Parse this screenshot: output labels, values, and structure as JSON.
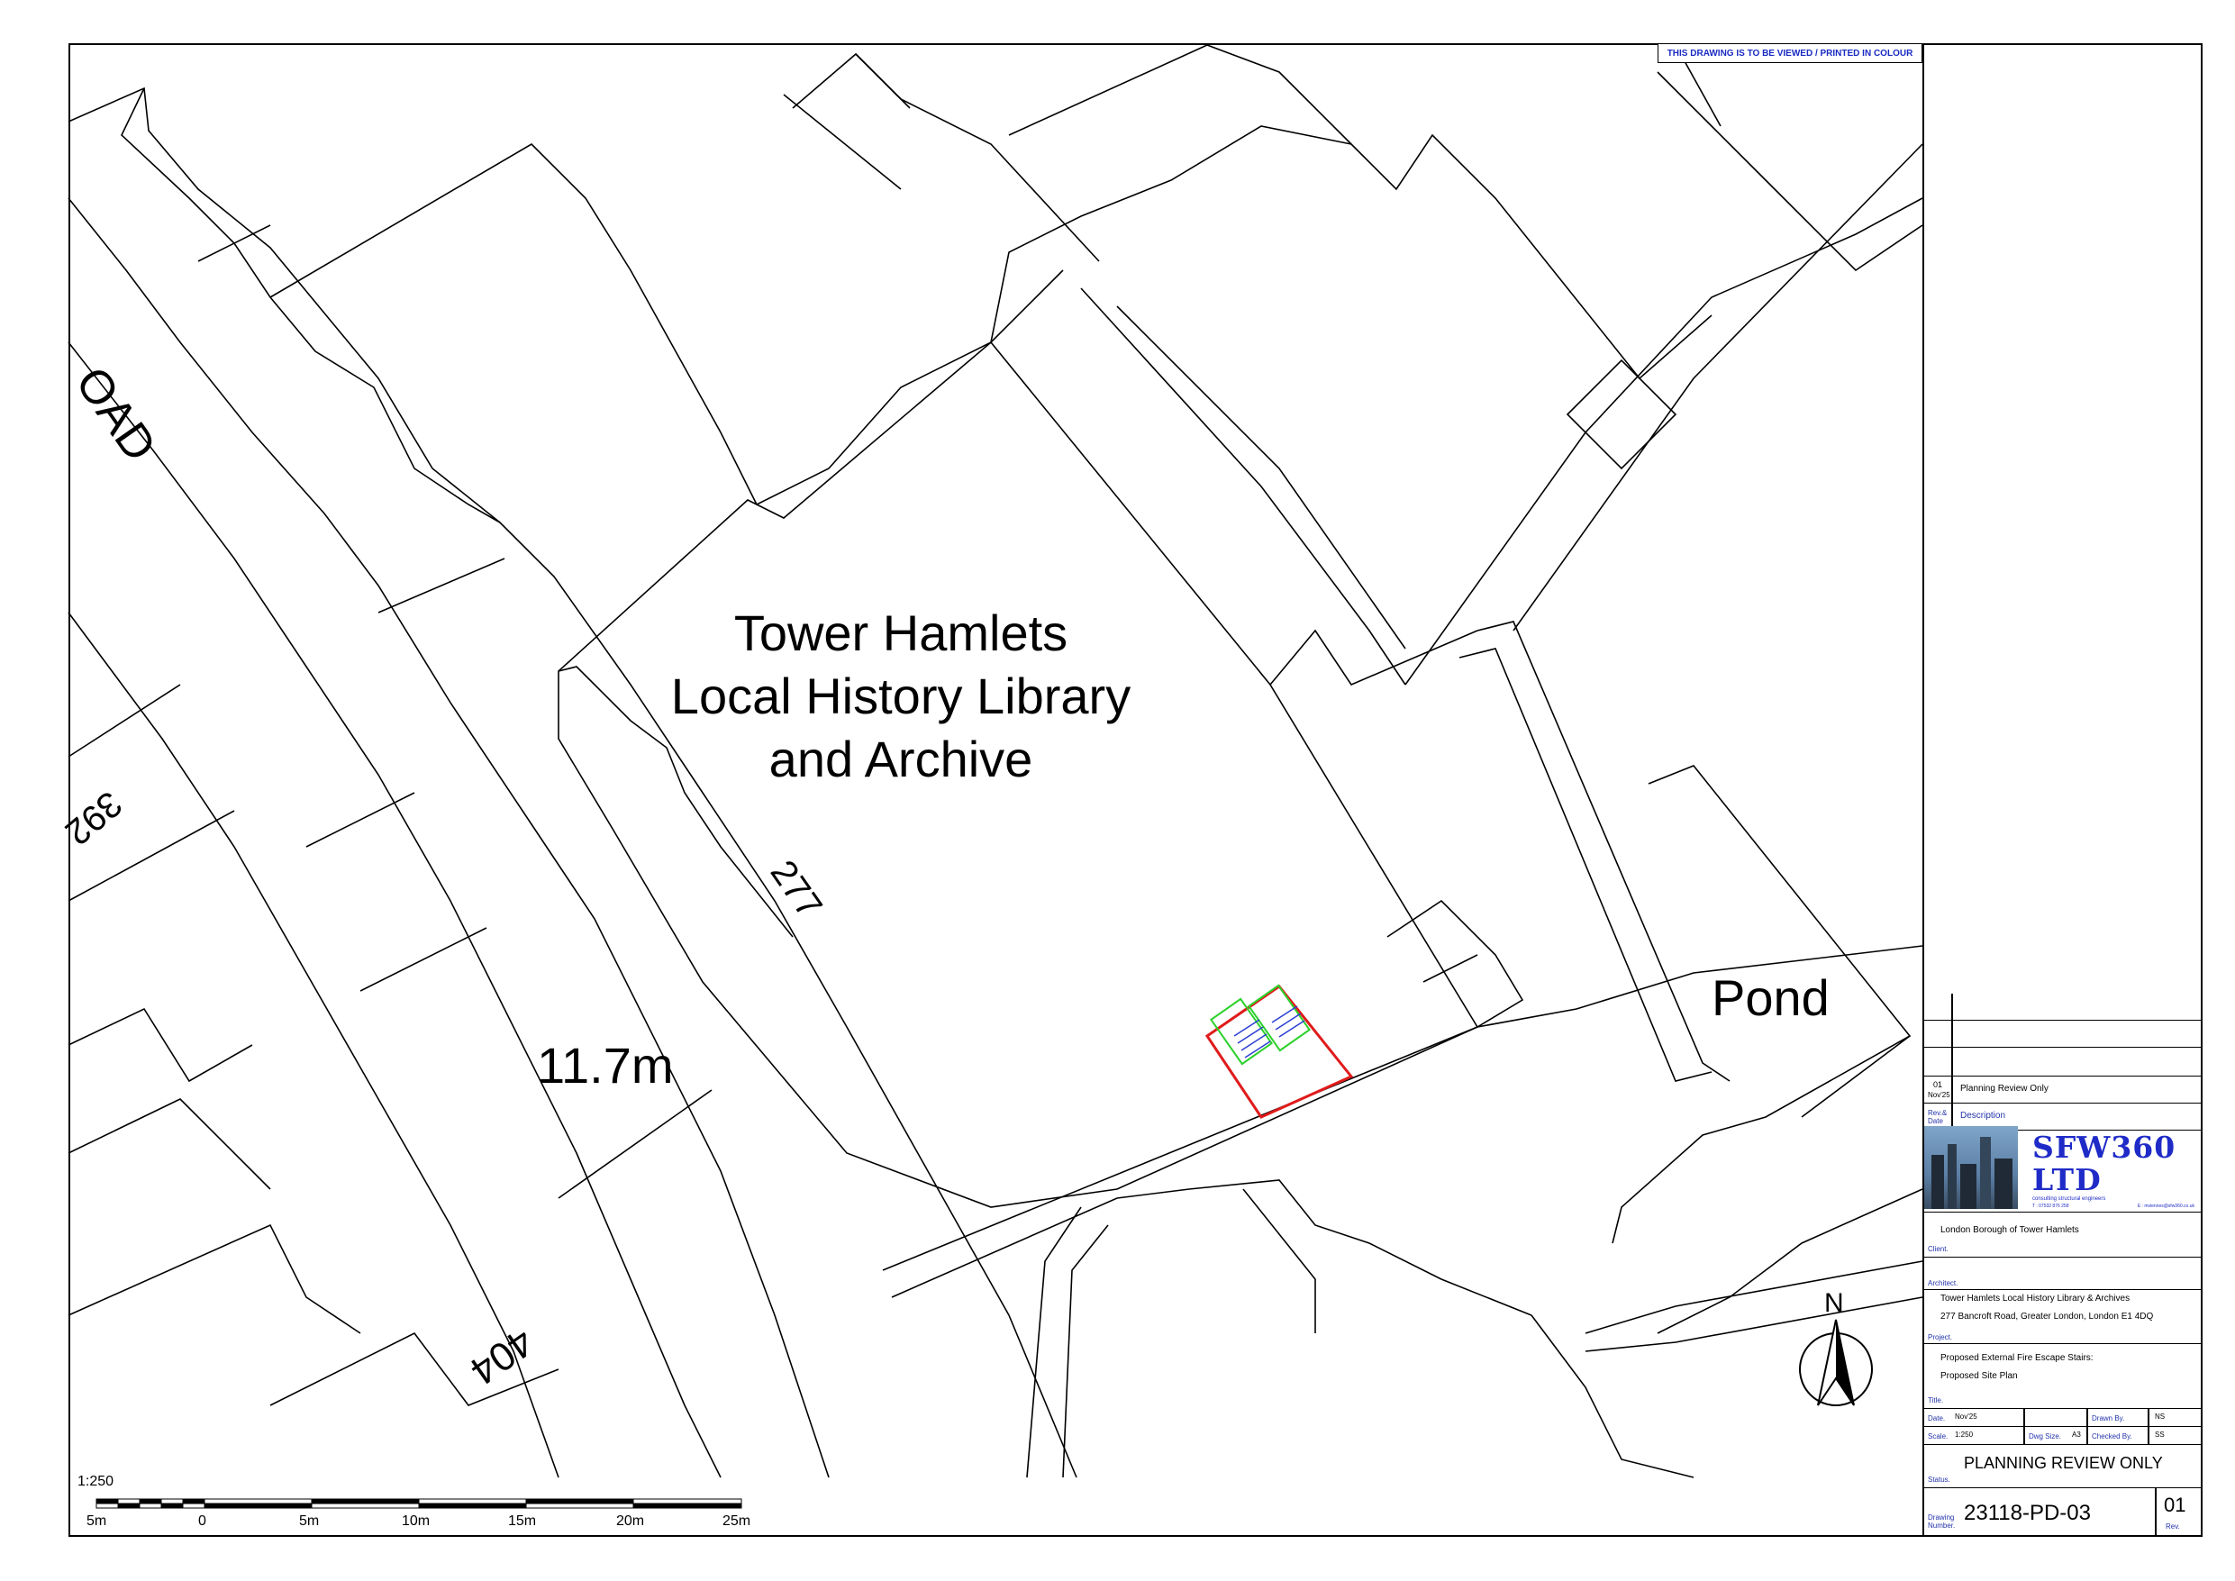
{
  "notice": "THIS DRAWING IS TO BE VIEWED / PRINTED IN COLOUR",
  "map_labels": {
    "building": [
      "Tower Hamlets",
      "Local History Library",
      "and Archive"
    ],
    "number_277": "277",
    "number_392": "392",
    "number_404": "404",
    "road": "OAD",
    "height": "11.7m",
    "pond": "Pond",
    "north": "N"
  },
  "scale_bar": {
    "scale": "1:250",
    "ticks": [
      "5m",
      "0",
      "5m",
      "10m",
      "15m",
      "20m",
      "25m"
    ]
  },
  "title_block": {
    "revision": {
      "rev": "01",
      "date": "Nov'25",
      "description": "Planning Review Only"
    },
    "rev_date_label": "Rev.& Date",
    "description_label": "Description",
    "company": {
      "name_line1": "SFW360",
      "name_line2": "LTD",
      "tagline": "consulting structural engineers",
      "phone": "T : 07532 876 258",
      "email": "E : mviennes@sfw360.co.uk"
    },
    "client": "London Borough of Tower Hamlets",
    "client_label": "Client.",
    "architect_label": "Architect.",
    "project_lines": [
      "Tower Hamlets Local History Library & Archives",
      "277 Bancroft Road, Greater London, London E1 4DQ"
    ],
    "project_label": "Project.",
    "title_lines": [
      "Proposed External Fire Escape Stairs:",
      "Proposed Site Plan"
    ],
    "title_label": "Title.",
    "date_label": "Date.",
    "date": "Nov'25",
    "drawn_by_label": "Drawn By.",
    "drawn_by": "NS",
    "scale_label": "Scale.",
    "scale": "1:250",
    "dwg_size_label": "Dwg Size.",
    "dwg_size": "A3",
    "checked_by_label": "Checked By.",
    "checked_by": "SS",
    "status_label": "Status.",
    "status": "PLANNING REVIEW ONLY",
    "drawing_number_label": "Drawing Number.",
    "drawing_number": "23118-PD-03",
    "rev_label": "Rev.",
    "rev": "01"
  },
  "colors": {
    "blue": "#1f2bc7",
    "boundary": "#e01b1b",
    "stair": "#2bd12b"
  }
}
